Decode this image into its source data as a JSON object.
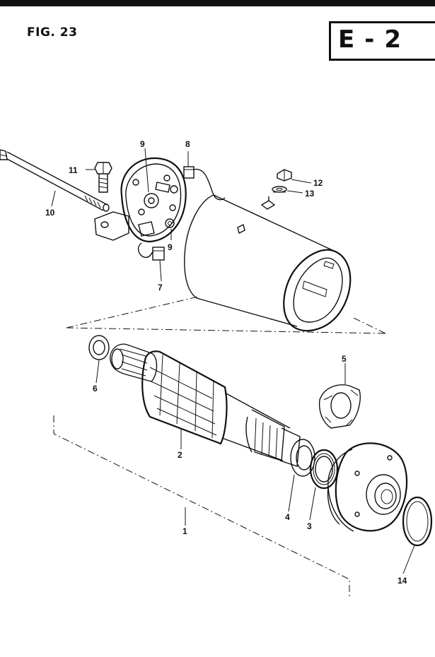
{
  "figure": {
    "label": "FIG. 23",
    "section_code": "E-2"
  },
  "callouts": [
    {
      "id": "c9a",
      "text": "9"
    },
    {
      "id": "c8",
      "text": "8"
    },
    {
      "id": "c11",
      "text": "11"
    },
    {
      "id": "c10",
      "text": "10"
    },
    {
      "id": "c9b",
      "text": "9"
    },
    {
      "id": "c7",
      "text": "7"
    },
    {
      "id": "c12",
      "text": "12"
    },
    {
      "id": "c13",
      "text": "13"
    },
    {
      "id": "c6",
      "text": "6"
    },
    {
      "id": "c5",
      "text": "5"
    },
    {
      "id": "c2",
      "text": "2"
    },
    {
      "id": "c4",
      "text": "4"
    },
    {
      "id": "c3",
      "text": "3"
    },
    {
      "id": "c1",
      "text": "1"
    },
    {
      "id": "c14",
      "text": "14"
    }
  ]
}
